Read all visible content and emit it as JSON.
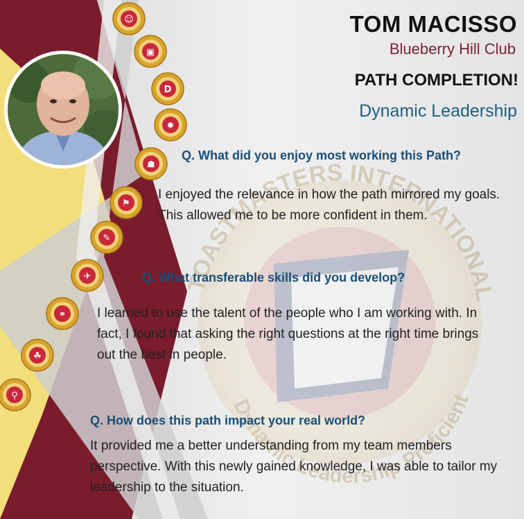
{
  "header": {
    "name": "TOM MACISSO",
    "club": "Blueberry Hill Club",
    "completion": "PATH COMPLETION!",
    "path": "Dynamic Leadership"
  },
  "qa": [
    {
      "question": "Q. What did you enjoy most working this Path?",
      "answer": "I enjoyed the relevance in how the path mirrored my goals. This allowed me to be more confident in them."
    },
    {
      "question": "Q. What transferable skills did you develop?",
      "answer": "I learned to use the talent of the people who I am working with. In fact, I found that asking the right questions at the right time brings out the best in people."
    },
    {
      "question": "Q. How does this path impact your real world?",
      "answer": "It provided me a better understanding from my team members perspective. With this newly gained knowledge, I was able to tailor my leadership to the situation."
    }
  ],
  "watermark": {
    "top": "TOASTMASTERS INTERNATIONAL",
    "bottom": "Dynamic Leadership Proficient"
  },
  "colors": {
    "maroon": "#7a1c2c",
    "yellow": "#f2de7a",
    "gold": "#d8a42c",
    "blue_text": "#1a4e78"
  },
  "badges": [
    "theater-mask-icon",
    "presentation-icon",
    "letter-d-icon",
    "lightbulb-icon",
    "team-icon",
    "strategy-icon",
    "pen-icon",
    "plane-icon",
    "handshake-icon",
    "group-icon",
    "telescope-icon"
  ]
}
